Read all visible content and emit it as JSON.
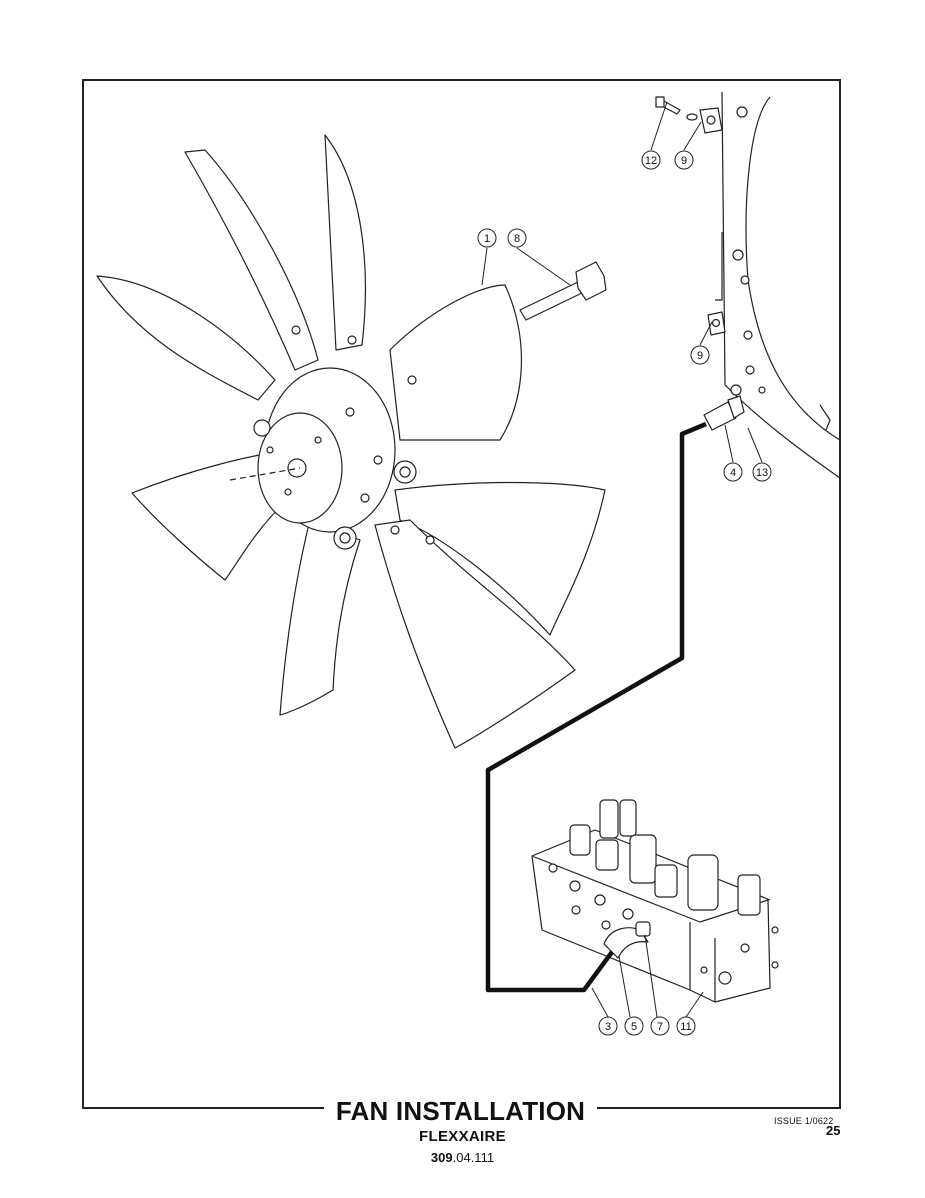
{
  "title": "FAN INSTALLATION",
  "subtitle": "FLEXXAIRE",
  "doc_number": {
    "bold": "309",
    "rest": ".04.111"
  },
  "issue": "ISSUE 1/0622",
  "page_number": "25",
  "callouts": {
    "c1": "1",
    "c8": "8",
    "c12": "12",
    "c9a": "9",
    "c9b": "9",
    "c4": "4",
    "c13": "13",
    "c3": "3",
    "c5": "5",
    "c7": "7",
    "c11": "11"
  }
}
